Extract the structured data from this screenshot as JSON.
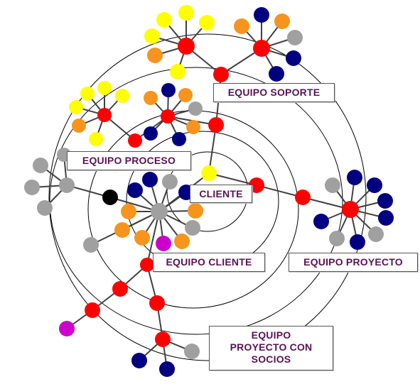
{
  "labels": {
    "cliente": "CLIENTE",
    "equipo_soporte": "EQUIPO SOPORTE",
    "equipo_proceso": "EQUIPO PROCESO",
    "equipo_cliente": "EQUIPO CLIENTE",
    "equipo_proyecto": "EQUIPO PROYECTO",
    "equipo_proyecto_socios_1": "EQUIPO",
    "equipo_proyecto_socios_2": "PROYECTO CON",
    "equipo_proyecto_socios_3": "SOCIOS"
  },
  "colors": {
    "red": "#ff0000",
    "yellow": "#ffff00",
    "orange": "#f7941d",
    "navy": "#000080",
    "gray": "#a0a0a0",
    "black": "#000000",
    "magenta": "#cc00cc",
    "ring": "#000000",
    "edge": "#404040",
    "label_text": "#5a1257"
  }
}
